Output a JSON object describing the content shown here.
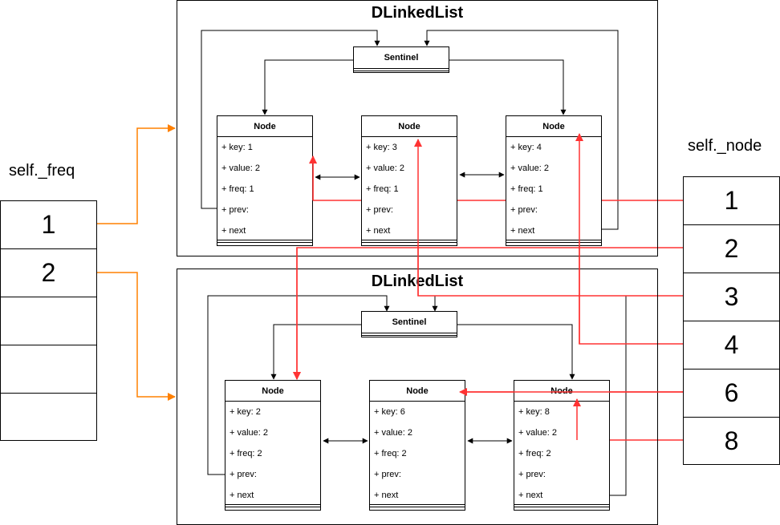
{
  "freq_table": {
    "label": "self._freq",
    "cells": [
      "1",
      "2",
      "",
      "",
      ""
    ]
  },
  "node_table": {
    "label": "self._node",
    "cells": [
      "1",
      "2",
      "3",
      "4",
      "6",
      "8"
    ]
  },
  "lists": [
    {
      "title": "DLinkedList",
      "sentinel": "Sentinel",
      "nodes": [
        {
          "header": "Node",
          "fields": [
            "+ key: 1",
            "+ value: 2",
            "+ freq: 1",
            "+ prev:",
            "+ next"
          ]
        },
        {
          "header": "Node",
          "fields": [
            "+ key: 3",
            "+ value: 2",
            "+ freq: 1",
            "+ prev:",
            "+ next"
          ]
        },
        {
          "header": "Node",
          "fields": [
            "+ key: 4",
            "+ value: 2",
            "+ freq: 1",
            "+ prev:",
            "+ next"
          ]
        }
      ]
    },
    {
      "title": "DLinkedList",
      "sentinel": "Sentinel",
      "nodes": [
        {
          "header": "Node",
          "fields": [
            "+ key: 2",
            "+ value: 2",
            "+ freq: 2",
            "+ prev:",
            "+ next"
          ]
        },
        {
          "header": "Node",
          "fields": [
            "+ key: 6",
            "+ value: 2",
            "+ freq: 2",
            "+ prev:",
            "+ next"
          ]
        },
        {
          "header": "Node",
          "fields": [
            "+ key: 8",
            "+ value: 2",
            "+ freq: 2",
            "+ prev:",
            "+ next"
          ]
        }
      ]
    }
  ],
  "colors": {
    "freq_link": "#ff8000",
    "node_link": "#ff3333",
    "structure": "#000000"
  }
}
